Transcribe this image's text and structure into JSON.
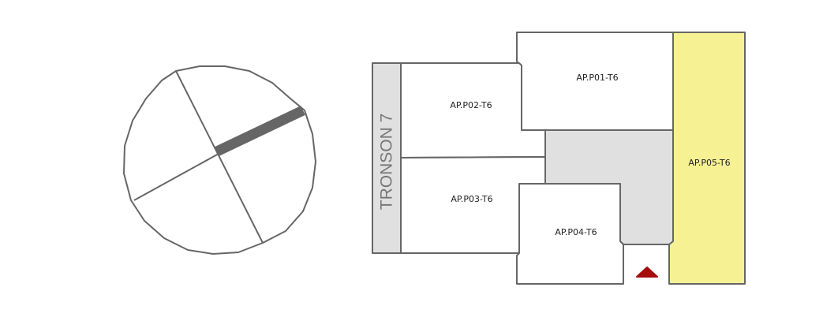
{
  "compass": {
    "icon": "orientation-compass-icon"
  },
  "plan": {
    "tronson_label": "TRONSON 7",
    "units": [
      {
        "id": "p01",
        "label": "AP.P01-T6",
        "status_color": "#ffffff"
      },
      {
        "id": "p02",
        "label": "AP.P02-T6",
        "status_color": "#ffffff"
      },
      {
        "id": "p03",
        "label": "AP.P03-T6",
        "status_color": "#ffffff"
      },
      {
        "id": "p04",
        "label": "AP.P04-T6",
        "status_color": "#ffffff"
      },
      {
        "id": "p05",
        "label": "AP.P05-T6",
        "status_color": "#f6f193"
      }
    ],
    "corridor_color": "#e0e0e0",
    "entrance_icon": "entrance-arrow-icon",
    "entrance_color": "#a50d0d"
  }
}
